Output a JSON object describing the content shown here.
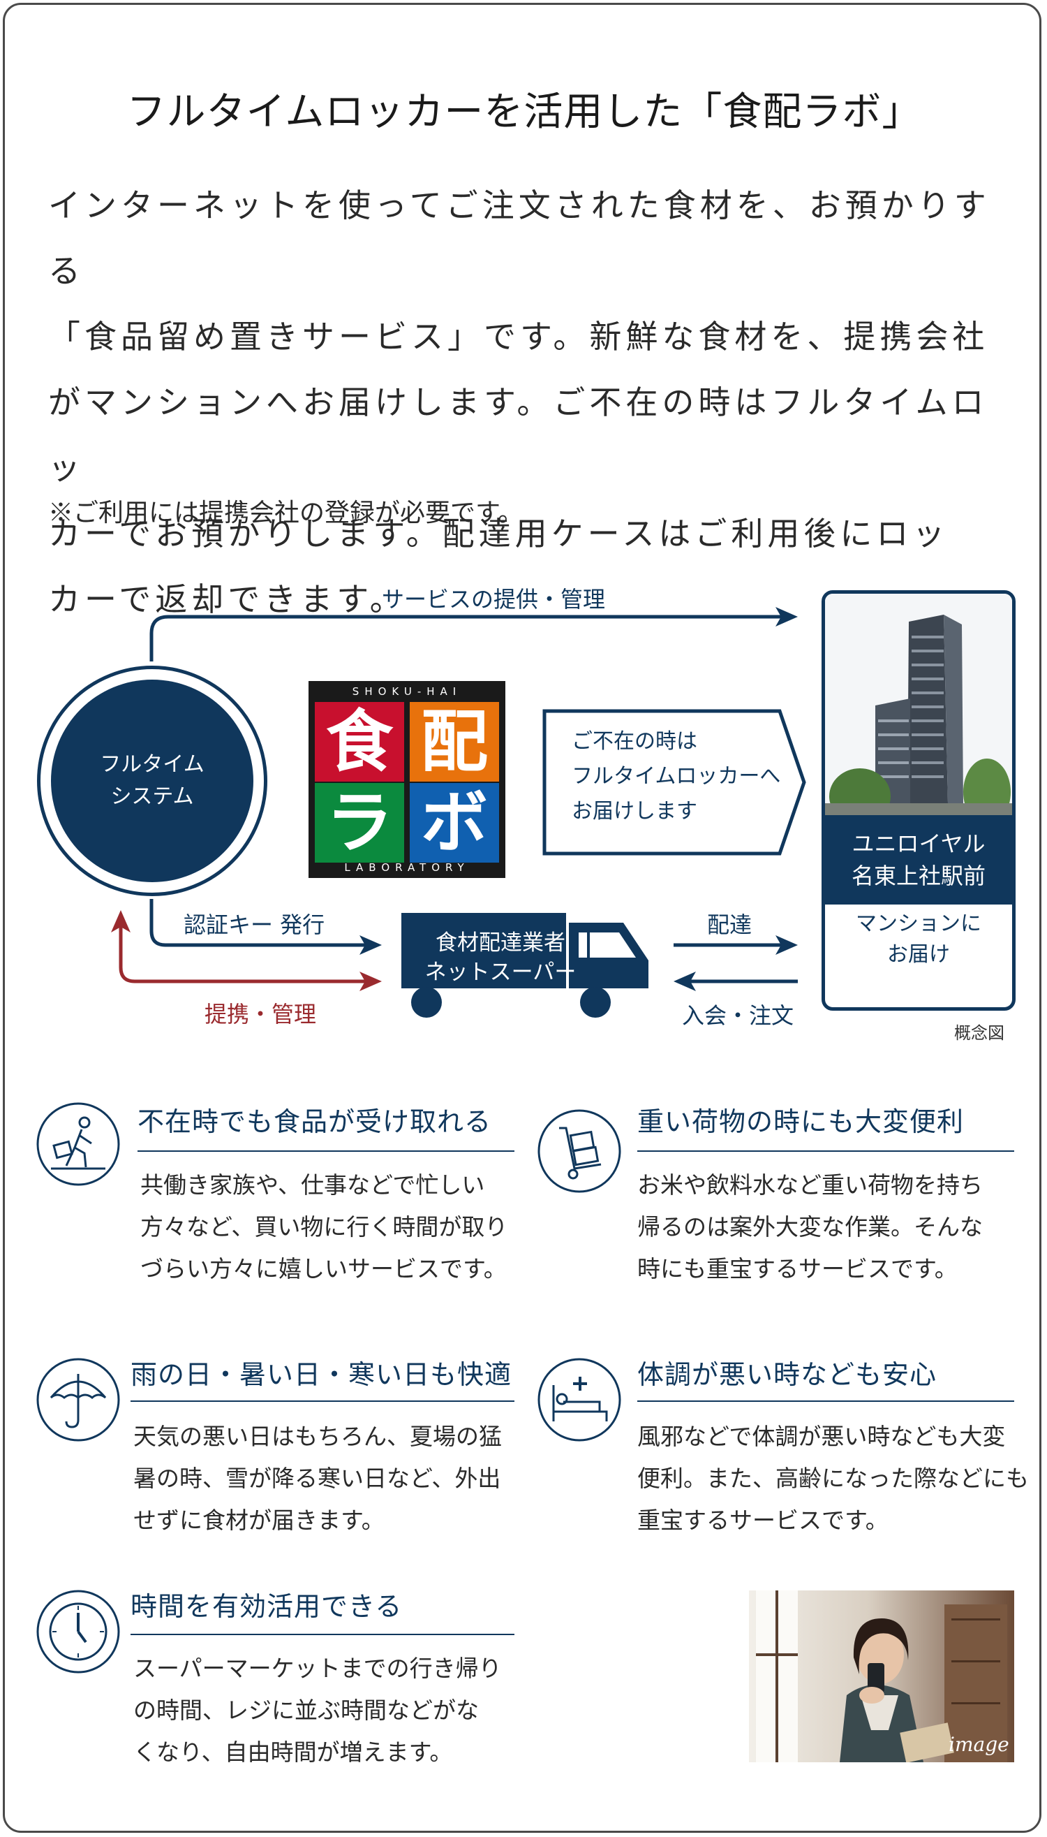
{
  "title": "フルタイムロッカーを活用した「食配ラボ」",
  "intro": {
    "lines": [
      "インターネットを使ってご注文された食材を、お預かりする",
      "「食品留め置きサービス」です。新鮮な食材を、提携会社",
      "がマンションへお届けします。ご不在の時はフルタイムロッ",
      "カーでお預かりします。配達用ケースはご利用後にロッ",
      "カーで返却できます。"
    ],
    "note": "※ご利用には提携会社の登録が必要です。"
  },
  "diagram": {
    "system": "フルタイム\nシステム",
    "service_label": "サービスの提供・管理",
    "logo": {
      "top_caption": "SHOKU-HAI",
      "bottom_caption": "LABORATORY",
      "chars": [
        "食",
        "配",
        "ラ",
        "ボ"
      ]
    },
    "callout": "ご不在の時は\nフルタイムロッカーへ\nお届けします",
    "building_name": "ユニロイヤル\n名東上社駅前",
    "building_delivery": "マンションに\nお届け",
    "key_label": "認証キー 発行",
    "partner_label": "提携・管理",
    "truck_text": "食材配達業者\nネットスーパー",
    "deliver_label": "配達",
    "order_label": "入会・注文",
    "concept_label": "概念図"
  },
  "features": [
    {
      "icon": "person-carrying-box-icon",
      "title": "不在時でも食品が受け取れる",
      "body": "共働き家族や、仕事などで忙しい\n方々など、買い物に行く時間が取り\nづらい方々に嬉しいサービスです。"
    },
    {
      "icon": "hand-truck-icon",
      "title": "重い荷物の時にも大変便利",
      "body": "お米や飲料水など重い荷物を持ち\n帰るのは案外大変な作業。そんな\n時にも重宝するサービスです。"
    },
    {
      "icon": "umbrella-icon",
      "title": "雨の日・暑い日・寒い日も快適",
      "body": "天気の悪い日はもちろん、夏場の猛\n暑の時、雪が降る寒い日など、外出\nせずに食材が届きます。"
    },
    {
      "icon": "sick-bed-icon",
      "title": "体調が悪い時なども安心",
      "body": "風邪などで体調が悪い時なども大変\n便利。また、高齢になった際などにも\n重宝するサービスです。"
    },
    {
      "icon": "clock-icon",
      "title": "時間を有効活用できる",
      "body": "スーパーマーケットまでの行き帰り\nの時間、レジに並ぶ時間などがな\nくなり、自由時間が増えます。"
    }
  ],
  "photo_caption": "image",
  "colors": {
    "navy": "#10375c",
    "red": "#9a2a2e",
    "logo_red": "#c8102e",
    "logo_orange": "#e8720c",
    "logo_green": "#0b8a3e",
    "logo_blue": "#1060b0"
  }
}
